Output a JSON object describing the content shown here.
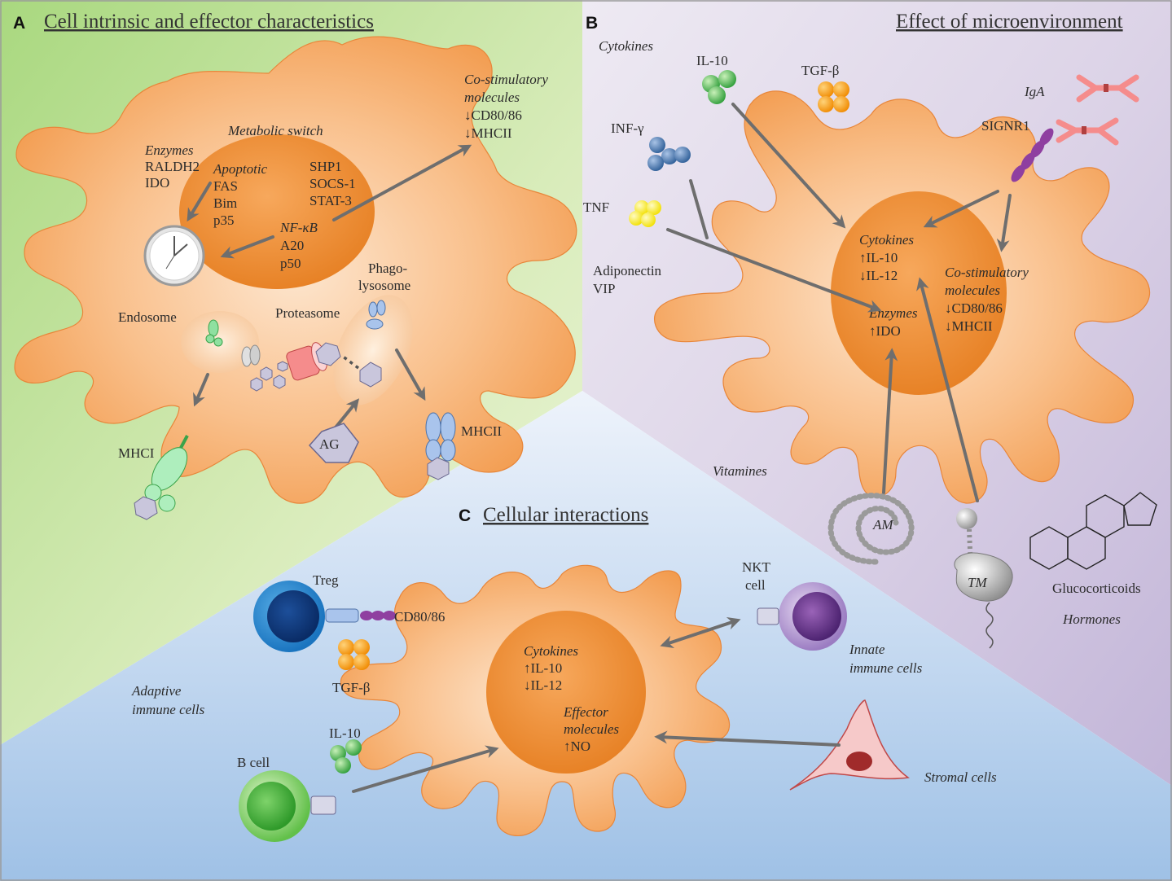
{
  "panels": {
    "a": {
      "letter": "A",
      "title": "Cell intrinsic and effector characteristics",
      "metabolic_switch": "Metabolic switch",
      "enzymes": {
        "title": "Enzymes",
        "items": [
          "RALDH2",
          "IDO"
        ]
      },
      "apoptotic": {
        "title": "Apoptotic",
        "items": [
          "FAS",
          "Bim",
          "p35"
        ]
      },
      "signaling": [
        "SHP1",
        "SOCS-1",
        "STAT-3"
      ],
      "nfkb": {
        "title": "NF-κB",
        "items": [
          "A20",
          "p50"
        ]
      },
      "costim": {
        "title_lines": [
          "Co-stimulatory",
          "molecules"
        ],
        "items": [
          "↓CD80/86",
          "↓MHCII"
        ]
      },
      "endosome": "Endosome",
      "proteasome": "Proteasome",
      "phagolysosome_lines": [
        "Phago-",
        "lysosome"
      ],
      "mhci": "MHCI",
      "mhcii": "MHCII",
      "ag": "AG",
      "colors": {
        "bg": "#a9d87f",
        "bg_light": "#eef6dd"
      }
    },
    "b": {
      "letter": "B",
      "title": "Effect of microenvironment",
      "cytokines_heading": "Cytokines",
      "il10": "IL-10",
      "tgfb": "TGF-β",
      "ifng": "INF-γ",
      "tnf": "TNF",
      "adiponectin": "Adiponectin",
      "vip": "VIP",
      "iga": "IgA",
      "signr1": "SIGNR1",
      "nuc_cytokines": {
        "title": "Cytokines",
        "items": [
          "↑IL-10",
          "↓IL-12"
        ]
      },
      "nuc_enzymes": {
        "title": "Enzymes",
        "items": [
          "↑IDO"
        ]
      },
      "nuc_costim": {
        "title_lines": [
          "Co-stimulatory",
          "molecules"
        ],
        "items": [
          "↓CD80/86",
          "↓MHCII"
        ]
      },
      "vitamines": "Vitamines",
      "am": "AM",
      "tm": "TM",
      "glucocorticoids": "Glucocorticoids",
      "hormones": "Hormones",
      "colors": {
        "bg": "#c2b5d8",
        "bg_light": "#eeeaf3"
      }
    },
    "c": {
      "letter": "C",
      "title": "Cellular interactions",
      "treg": "Treg",
      "cd8086": "CD80/86",
      "tgfb": "TGF-β",
      "adaptive_lines": [
        "Adaptive",
        "immune cells"
      ],
      "il10": "IL-10",
      "bcell": "B cell",
      "nkt_lines": [
        "NKT",
        "cell"
      ],
      "innate_lines": [
        "Innate",
        "immune cells"
      ],
      "stromal": "Stromal cells",
      "nuc_cytokines": {
        "title": "Cytokines",
        "items": [
          "↑IL-10",
          "↓IL-12"
        ]
      },
      "nuc_effector": {
        "title_lines": [
          "Effector",
          "molecules"
        ],
        "items": [
          "↑NO"
        ]
      },
      "colors": {
        "bg": "#9fc1e6",
        "bg_light": "#e3edf8"
      }
    }
  },
  "colors": {
    "cell_body": "#f6a45a",
    "nucleus": "#ef8a2b",
    "arrow": "#6e6e6e"
  },
  "icons": [
    "clock-icon",
    "hexagon-antigen-icon",
    "steroid-ring-icon",
    "proteasome-icon",
    "mhc-receptor-icon"
  ]
}
